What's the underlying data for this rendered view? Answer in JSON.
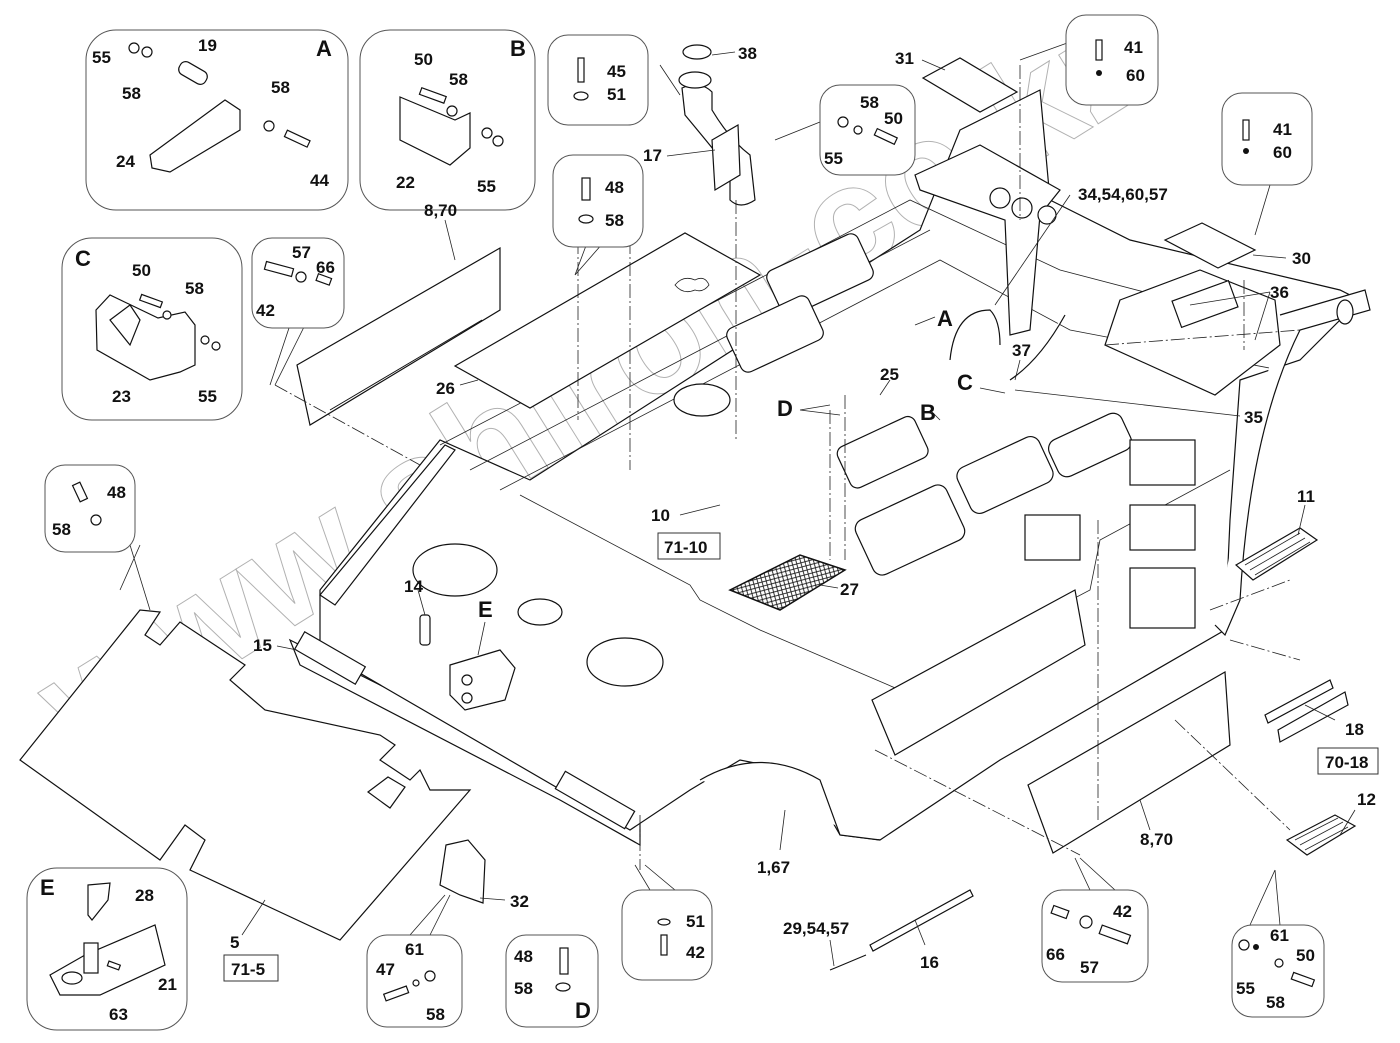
{
  "diagram": {
    "title": "Frame assembly exploded parts diagram",
    "watermark": "www.shiron-co.kz",
    "callouts": {
      "c1_67": "1,67",
      "c5": "5",
      "c8_70_top": "8,70",
      "c8_70_bottom": "8,70",
      "c10": "10",
      "c11": "11",
      "c12": "12",
      "c14": "14",
      "c15": "15",
      "c16": "16",
      "c17": "17",
      "c18": "18",
      "c25": "25",
      "c26": "26",
      "c27": "27",
      "c29_54_57": "29,54,57",
      "c30": "30",
      "c31": "31",
      "c32": "32",
      "c34_54_60_57": "34,54,60,57",
      "c35": "35",
      "c36": "36",
      "c37": "37",
      "c38": "38",
      "letter_A": "A",
      "letter_B": "B",
      "letter_C": "C",
      "letter_D": "D",
      "letter_E": "E"
    },
    "references": {
      "ref_71_10": "71-10",
      "ref_71_5": "71-5",
      "ref_70_18": "70-18"
    },
    "details": {
      "A": {
        "letter": "A",
        "labels": [
          "55",
          "58",
          "19",
          "58",
          "24",
          "44"
        ]
      },
      "B": {
        "letter": "B",
        "labels": [
          "50",
          "58",
          "22",
          "55"
        ]
      },
      "C": {
        "letter": "C",
        "labels": [
          "50",
          "58",
          "23",
          "55"
        ]
      },
      "D": {
        "letter": "D",
        "labels": [
          "48",
          "58"
        ]
      },
      "E": {
        "letter": "E",
        "labels": [
          "28",
          "21",
          "63"
        ]
      }
    },
    "hardware_bubbles": {
      "b45_51": [
        "45",
        "51"
      ],
      "b48_58_top": [
        "48",
        "58"
      ],
      "b55_58_50": [
        "58",
        "50",
        "55"
      ],
      "b41_60_top": [
        "41",
        "60"
      ],
      "b41_60_right": [
        "41",
        "60"
      ],
      "b42_57_66_top": [
        "57",
        "66",
        "42"
      ],
      "b48_58_left": [
        "48",
        "58"
      ],
      "b61_47_58": [
        "61",
        "47",
        "58"
      ],
      "b51_42": [
        "51",
        "42"
      ],
      "b66_57_42": [
        "42",
        "66",
        "57"
      ],
      "b61_55_58_50": [
        "61",
        "50",
        "55",
        "58"
      ]
    }
  }
}
